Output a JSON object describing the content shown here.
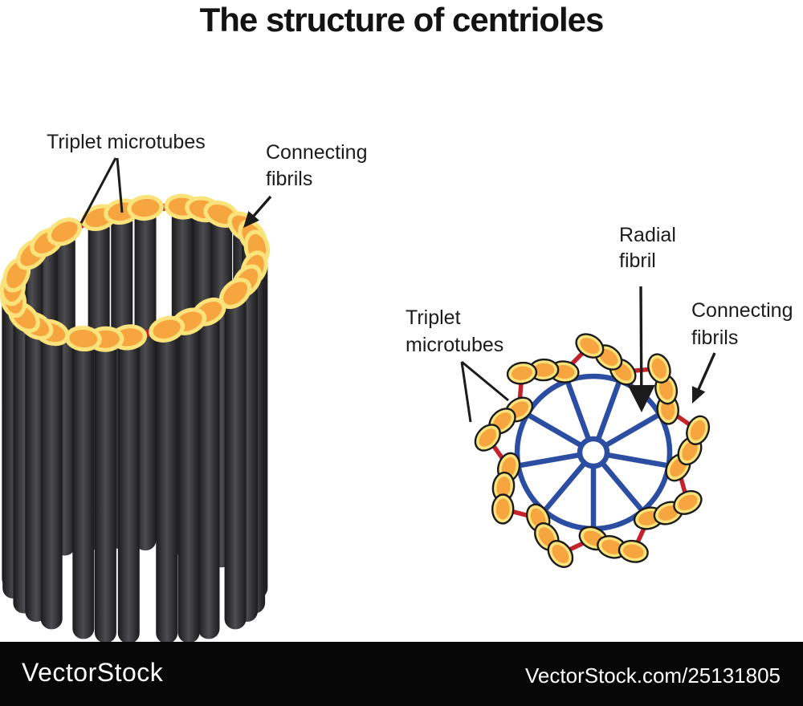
{
  "title": "The structure of centrioles",
  "diagram_3d": {
    "label_triplet": "Triplet microtubes",
    "label_connecting_line1": "Connecting",
    "label_connecting_line2": "fibrils",
    "triplet_count": 9,
    "microtubes_per_triplet": 3
  },
  "cross_section": {
    "label_radial_line1": "Radial",
    "label_radial_line2": "fibril",
    "label_triplet_line1": "Triplet",
    "label_triplet_line2": "microtubes",
    "label_connecting_line1": "Connecting",
    "label_connecting_line2": "fibrils",
    "spoke_count": 9,
    "triplet_count": 9
  },
  "footer": {
    "brand": "VectorStock",
    "watermark": "VectorStock.com/25131805"
  },
  "colors": {
    "orange": "#F7A53E",
    "pale_yellow": "#FAE37B",
    "fibril_red": "#C5232B",
    "wheel_blue": "#2B4EA3",
    "tube_dark": "#1b1b1d",
    "tube_light": "#4d4d51",
    "ink": "#1b1b1b",
    "footer_bg": "#070707",
    "footer_text": "#ffffff",
    "background": "#ffffff"
  }
}
